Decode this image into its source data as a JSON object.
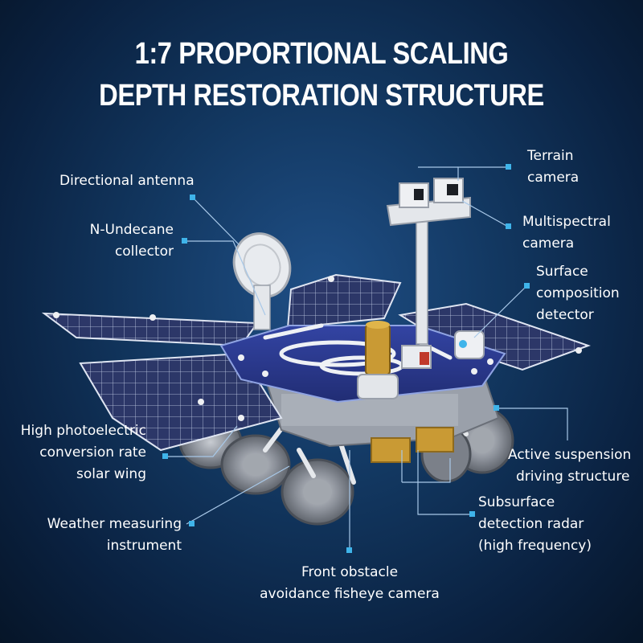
{
  "title": {
    "line1": "1:7 PROPORTIONAL SCALING",
    "line2": "DEPTH RESTORATION STRUCTURE"
  },
  "labels": {
    "directional_antenna": [
      "Directional antenna"
    ],
    "n_undecane_collector": [
      "N-Undecane",
      "collector"
    ],
    "terrain_camera": [
      "Terrain",
      "camera"
    ],
    "multispectral_camera": [
      "Multispectral",
      "camera"
    ],
    "surface_composition_detector": [
      "Surface",
      "composition",
      "detector"
    ],
    "solar_wing": [
      "High photoelectric",
      "conversion rate",
      "solar wing"
    ],
    "weather_instrument": [
      "Weather measuring",
      "instrument"
    ],
    "front_camera": [
      "Front obstacle",
      "avoidance fisheye camera"
    ],
    "active_suspension": [
      "Active suspension",
      "driving structure"
    ],
    "subsurface_radar": [
      "Subsurface",
      "detection radar",
      "(high frequency)"
    ]
  },
  "colors": {
    "leader_line": "#a8c8e8",
    "marker": "#3fb4ea",
    "panel": "#2a3566",
    "body_deck": "#2b3a8c",
    "gold": "#c99a34"
  }
}
